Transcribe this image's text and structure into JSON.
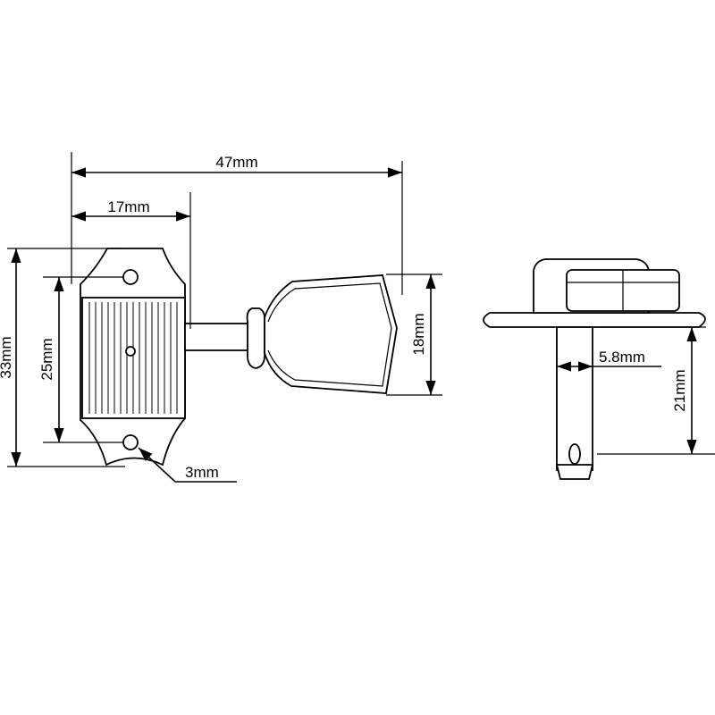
{
  "dimensions": {
    "overall_length": "47mm",
    "plate_to_post": "17mm",
    "plate_height": "33mm",
    "hole_spacing": "25mm",
    "button_height": "18mm",
    "hole_diameter": "3mm",
    "post_diameter": "5.8mm",
    "post_height": "21mm"
  },
  "colors": {
    "line": "#000000",
    "background": "#ffffff"
  }
}
